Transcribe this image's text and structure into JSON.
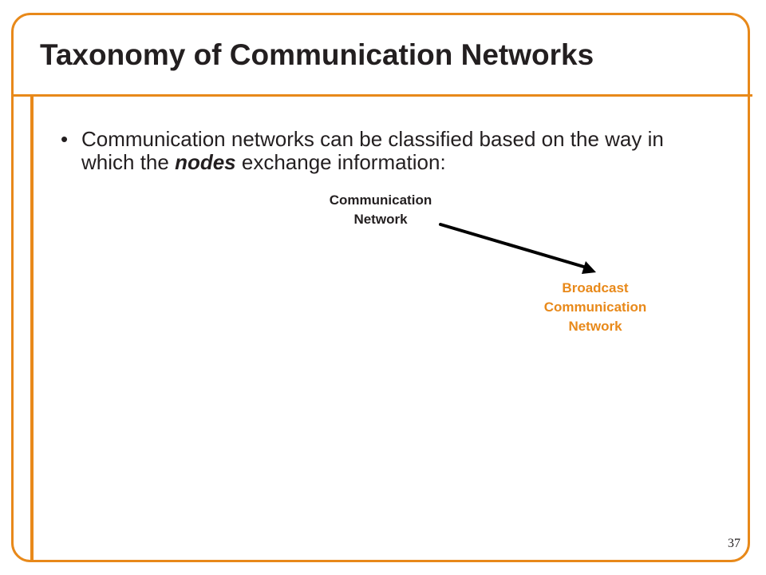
{
  "slide": {
    "title": "Taxonomy of Communication Networks",
    "bullet": {
      "marker": "•",
      "text_before": "Communication networks can be classified based on the way in which the ",
      "emphasis": "nodes",
      "text_after": " exchange information:"
    },
    "page_number": "37"
  },
  "diagram": {
    "root": {
      "label": "Communication\nNetwork"
    },
    "child": {
      "label": "Broadcast\nCommunication\nNetwork"
    },
    "edge": {
      "from": "Communication Network",
      "to": "Broadcast Communication Network"
    }
  },
  "colors": {
    "accent": "#E8891A",
    "text": "#231F20",
    "background": "#FFFFFF"
  }
}
